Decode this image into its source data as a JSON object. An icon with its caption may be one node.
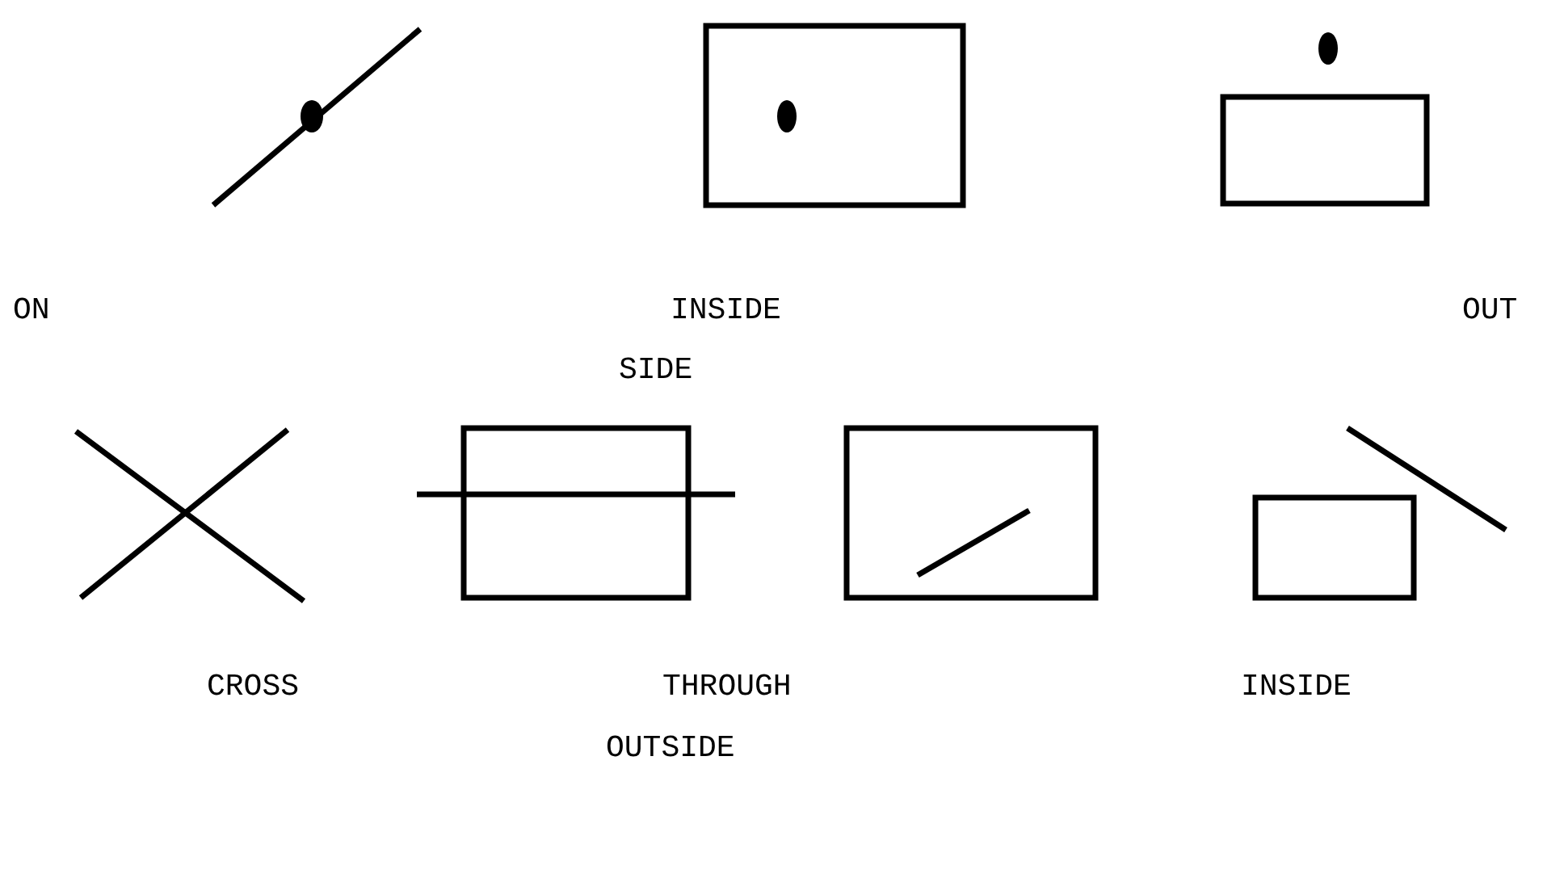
{
  "diagram": {
    "labels": [
      "ON",
      "INSIDE",
      "OUT",
      "SIDE",
      "CROSS",
      "THROUGH",
      "INSIDE",
      "OUTSIDE"
    ]
  }
}
